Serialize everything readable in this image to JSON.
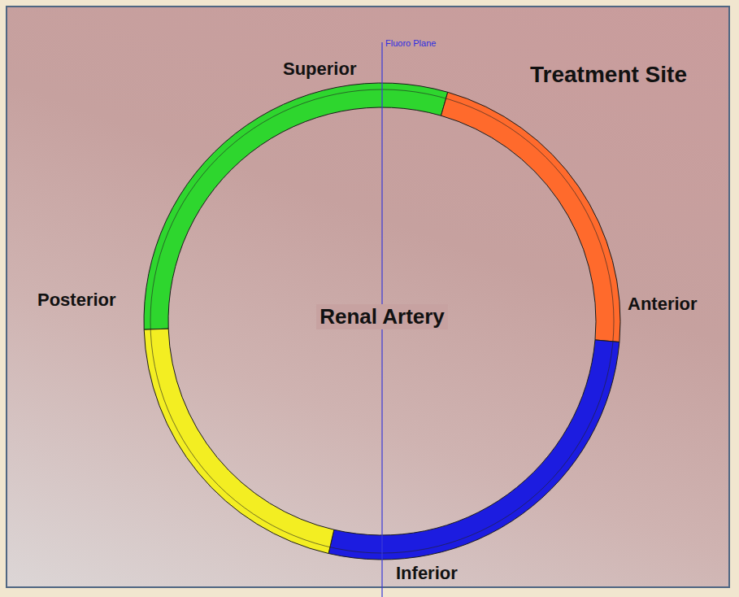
{
  "diagram": {
    "nodes": [
      {
        "text": [
          "Renal Artery"
        ]
      }
    ],
    "labels": [
      "Fluoro Plane",
      "Superior",
      "Treatment Site",
      "Posterior",
      "Anterior",
      "Inferior"
    ]
  }
}
